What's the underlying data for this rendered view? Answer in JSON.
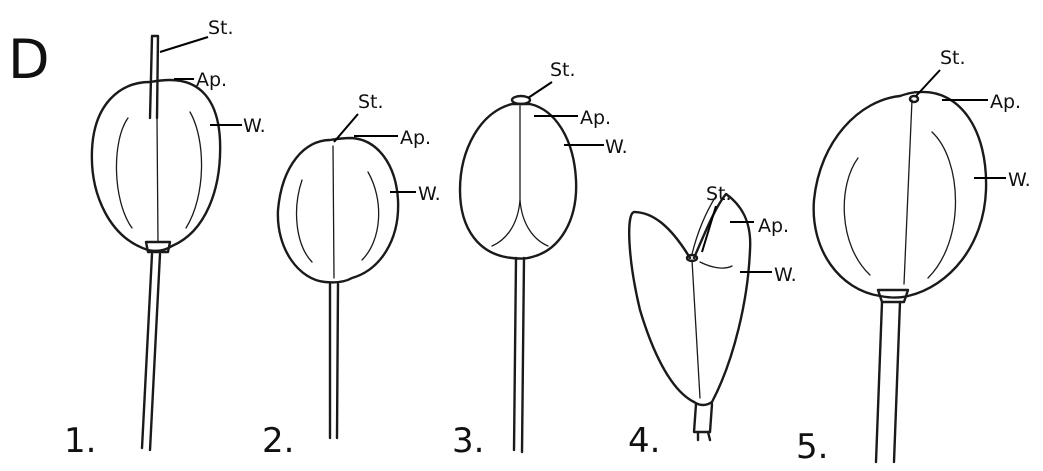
{
  "panel_letter": "D",
  "specimens": [
    {
      "number": "1.",
      "labels": {
        "stigma": "St.",
        "apex": "Ap.",
        "wing": "W."
      }
    },
    {
      "number": "2.",
      "labels": {
        "stigma": "St.",
        "apex": "Ap.",
        "wing": "W."
      }
    },
    {
      "number": "3.",
      "labels": {
        "stigma": "St.",
        "apex": "Ap.",
        "wing": "W."
      }
    },
    {
      "number": "4.",
      "labels": {
        "stigma": "St.",
        "apex": "Ap.",
        "wing": "W."
      }
    },
    {
      "number": "5.",
      "labels": {
        "stigma": "St.",
        "apex": "Ap.",
        "wing": "W."
      }
    }
  ]
}
